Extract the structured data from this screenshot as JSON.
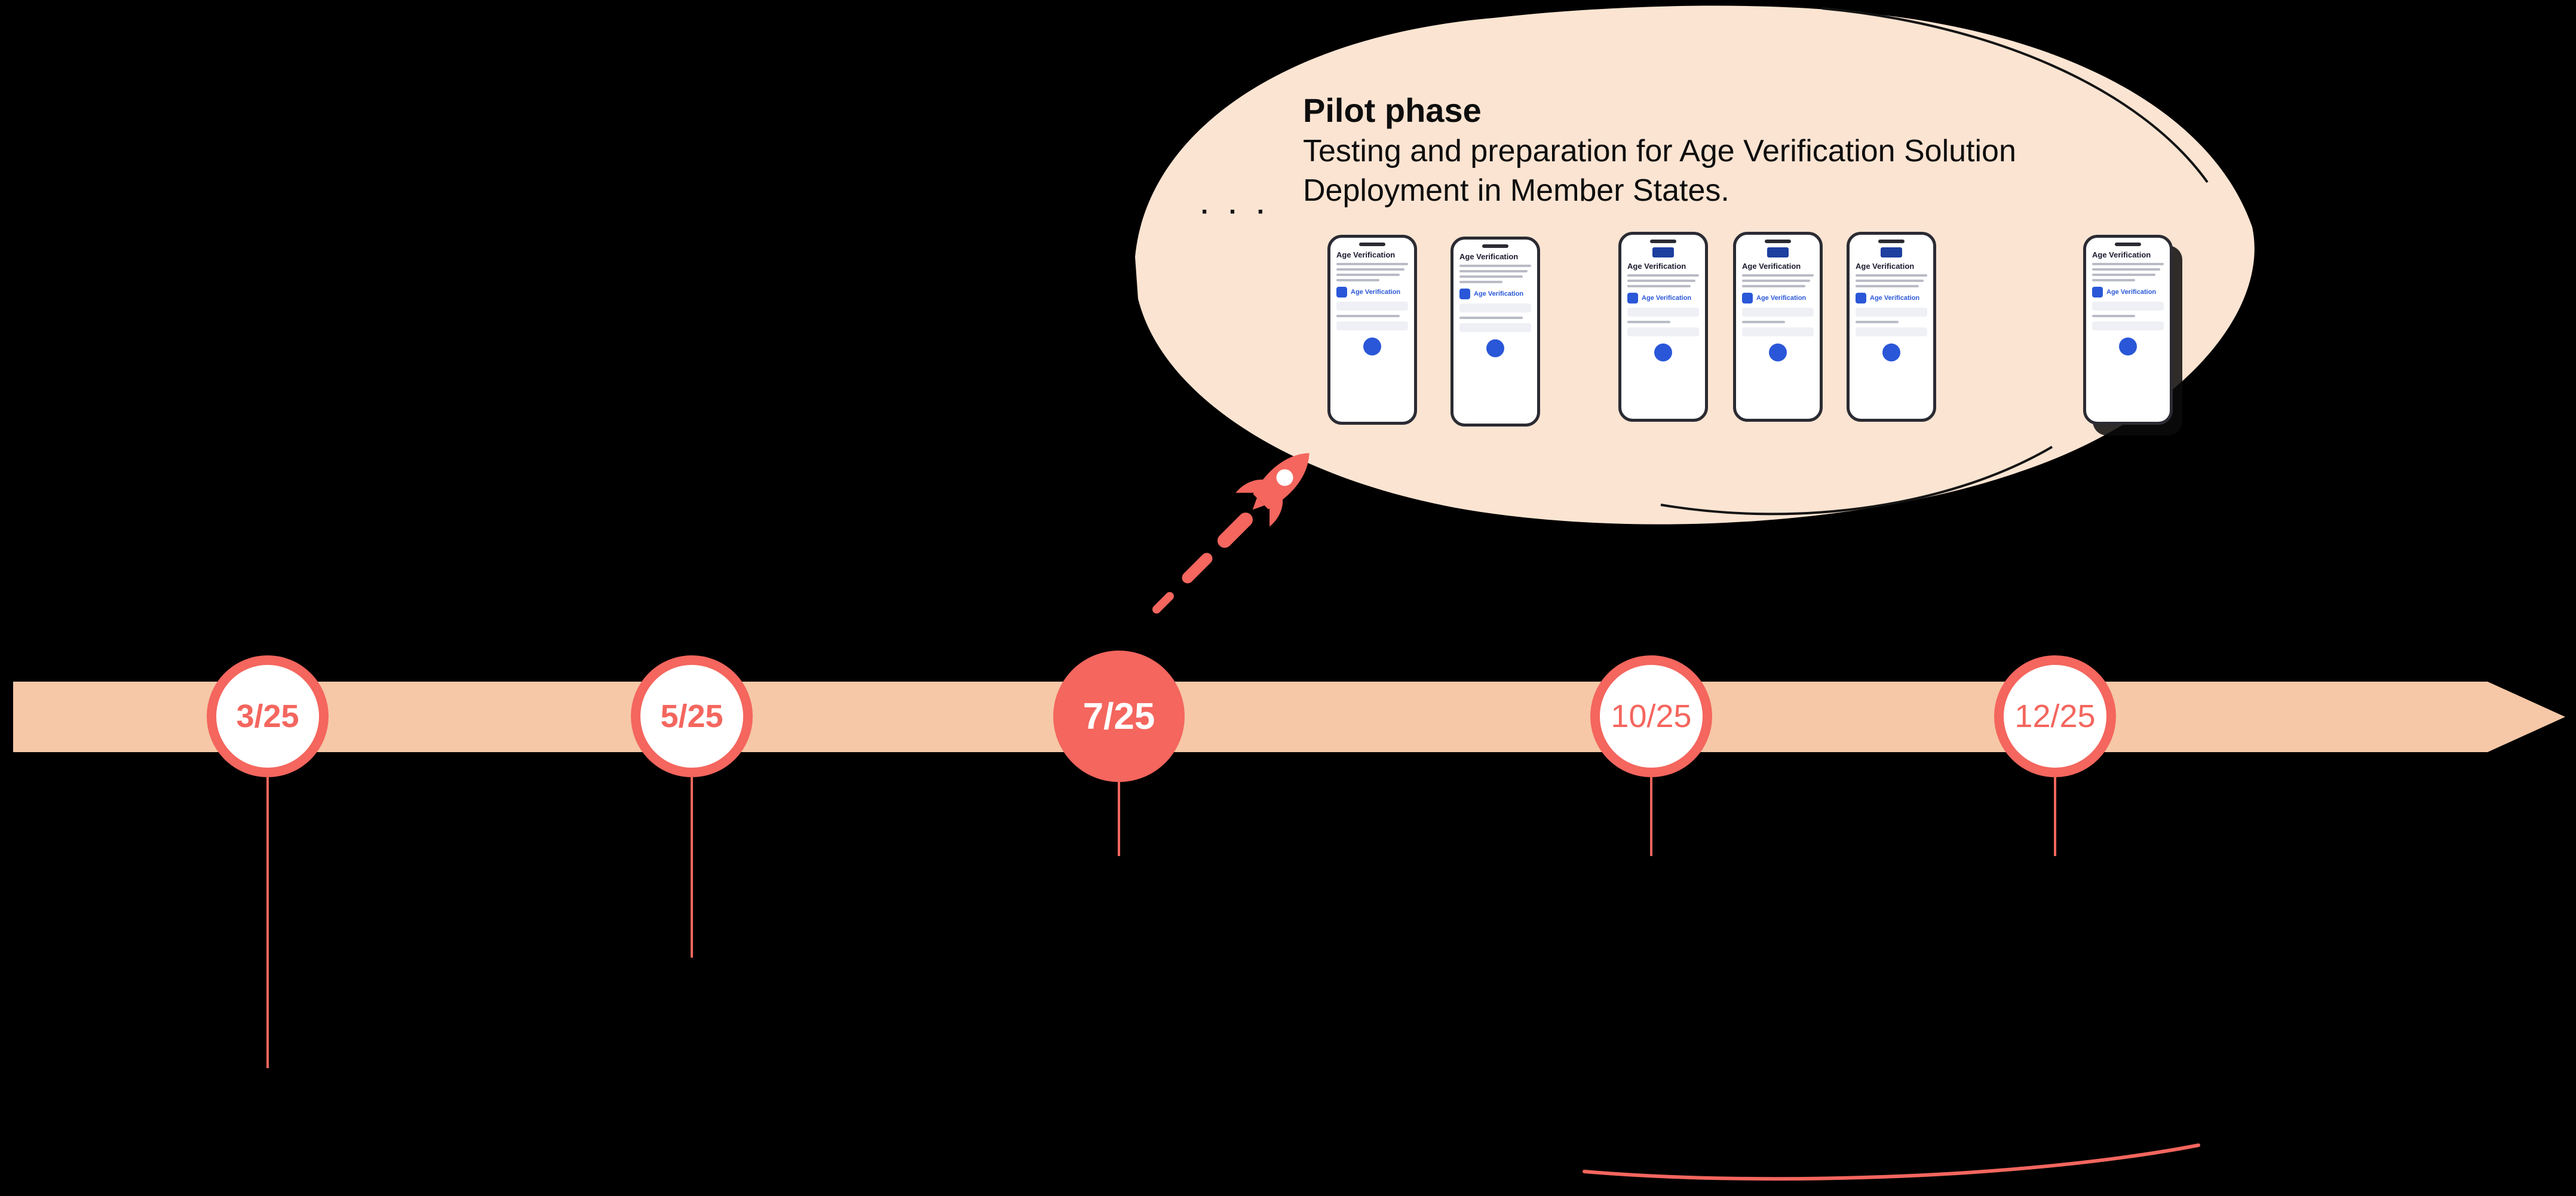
{
  "colors": {
    "accent": "#f4665e",
    "bar": "#f6c8a7",
    "bubble": "#fce4d2",
    "phone_blue": "#2a57d8",
    "ink": "#0d0d0d"
  },
  "bubble": {
    "title": "Pilot phase",
    "line1": "Testing and preparation for Age Verification Solution",
    "line2": "Deployment in Member States.",
    "dots": "· · ·"
  },
  "phones": [
    {
      "title": "Age Verification",
      "link": "Age Verification"
    },
    {
      "title": "Age Verification",
      "link": "Age Verification"
    },
    {
      "title": "Age Verification",
      "link": "Age Verification"
    },
    {
      "title": "Age Verification",
      "link": "Age Verification"
    },
    {
      "title": "Age Verification",
      "link": "Age Verification"
    },
    {
      "title": "Age Verification",
      "link": "Age Verification"
    }
  ],
  "timeline": {
    "milestones": [
      {
        "label": "3/25"
      },
      {
        "label": "5/25"
      },
      {
        "label": "7/25"
      },
      {
        "label": "10/25"
      },
      {
        "label": "12/25"
      }
    ]
  }
}
